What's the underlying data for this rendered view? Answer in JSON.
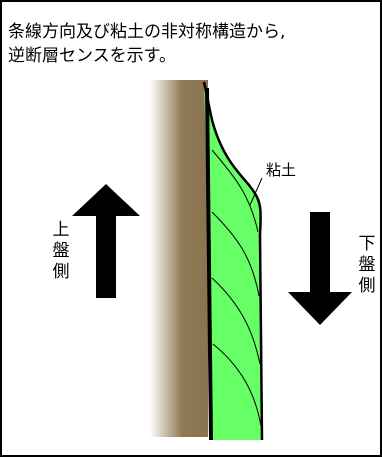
{
  "caption": {
    "line1": "条線方向及び粘土の非対称構造から,",
    "line2": "逆断層センスを示す。"
  },
  "labels": {
    "clay": "粘土",
    "hanging_wall": [
      "上",
      "盤",
      "側"
    ],
    "footwall": [
      "下",
      "盤",
      "側"
    ]
  },
  "colors": {
    "clay_fill": "#66ff66",
    "rock_dark": "#8f7a55",
    "rock_light": "#ffffff",
    "arrow": "#000000"
  }
}
